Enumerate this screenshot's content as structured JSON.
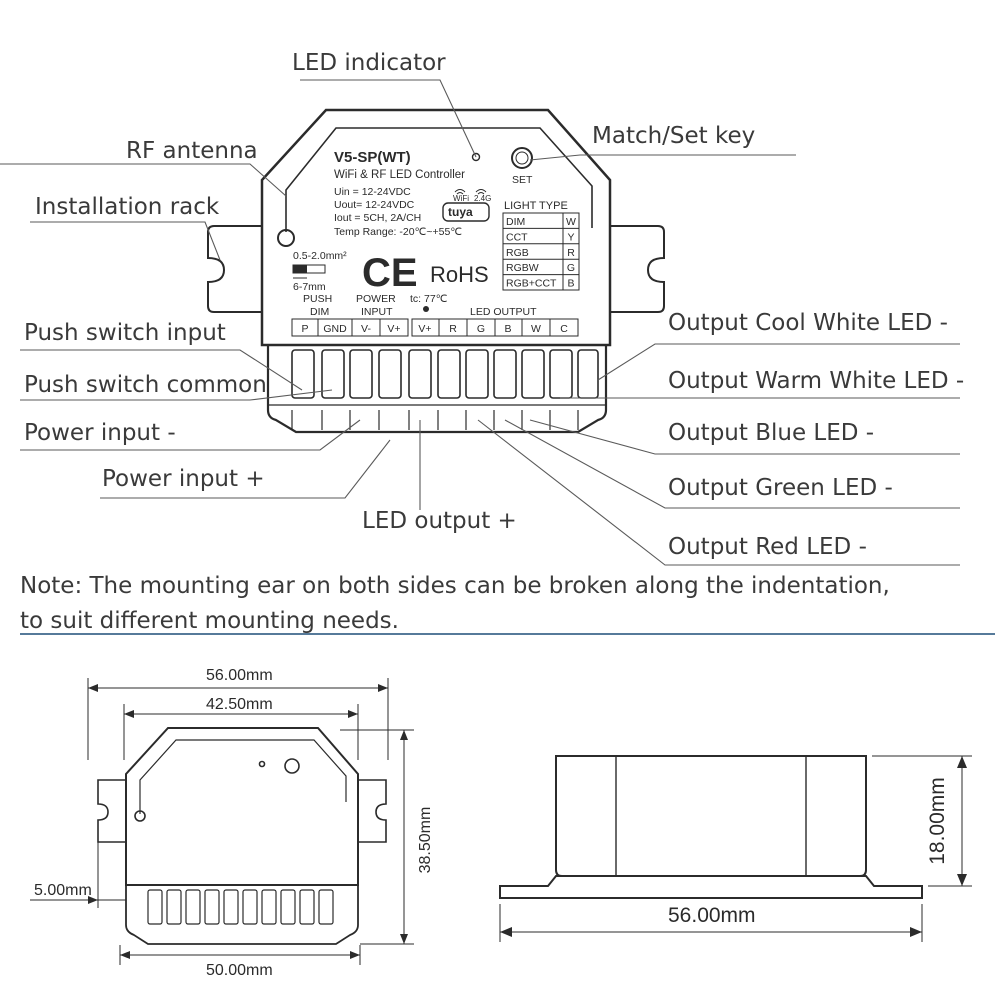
{
  "callouts": {
    "led_indicator": "LED indicator",
    "match_set_key": "Match/Set key",
    "rf_antenna": "RF antenna",
    "installation_rack": "Installation rack",
    "push_switch_input": "Push switch input",
    "push_switch_common": "Push switch common",
    "power_input_minus": "Power input -",
    "power_input_plus": "Power input +",
    "led_output_plus": "LED output +",
    "output_cool_white": "Output Cool White LED -",
    "output_warm_white": "Output Warm White LED -",
    "output_blue": "Output Blue LED -",
    "output_green": "Output Green LED -",
    "output_red": "Output Red LED -"
  },
  "note": {
    "line1": "Note: The mounting ear on both sides can be broken along the indentation,",
    "line2": "to suit different mounting needs."
  },
  "device": {
    "model": "V5-SP(WT)",
    "subtitle": "WiFi & RF LED Controller",
    "uin": "Uin  = 12-24VDC",
    "uout": "Uout= 12-24VDC",
    "iout": "Iout = 5CH, 2A/CH",
    "temp": "Temp Range: -20℃~+55℃",
    "wifi": "WiFi",
    "band": "2.4G",
    "tuya": "tuya",
    "set": "SET",
    "wire_gauge": "0.5-2.0mm²",
    "strip_length": "6-7mm",
    "ce": "CE",
    "rohs": "RoHS",
    "tc": "tc: 77℃",
    "push_dim": [
      "PUSH",
      "DIM"
    ],
    "power_input": [
      "POWER",
      "INPUT"
    ],
    "led_output": "LED OUTPUT",
    "terminals": [
      "P",
      "GND",
      "V-",
      "V+",
      "V+",
      "R",
      "G",
      "B",
      "W",
      "C"
    ],
    "light_type": {
      "header": "LIGHT TYPE",
      "rows": [
        [
          "DIM",
          "W"
        ],
        [
          "CCT",
          "Y"
        ],
        [
          "RGB",
          "R"
        ],
        [
          "RGBW",
          "G"
        ],
        [
          "RGB+CCT",
          "B"
        ]
      ]
    }
  },
  "dimensions": {
    "width_total": "56.00mm",
    "width_inner": "42.50mm",
    "height": "38.50mm",
    "ear": "5.00mm",
    "width_bottom": "50.00mm",
    "side_width": "56.00mm",
    "side_height": "18.00mm"
  },
  "colors": {
    "line": "#2b2b2b",
    "accent_rule": "#1f4e79",
    "leader": "#5a5a5a"
  }
}
